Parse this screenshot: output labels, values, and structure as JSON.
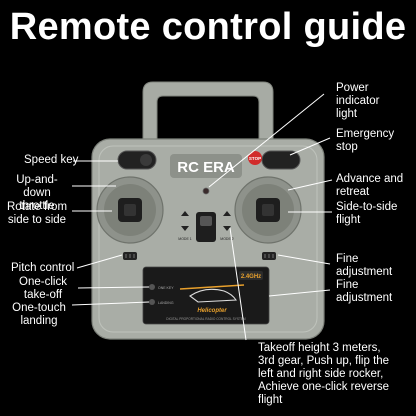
{
  "title": "Remote control guide",
  "device": {
    "brand": "RC ERA",
    "stop_button": "STOP",
    "mode_1": "MODE 1",
    "mode_2": "MODE 2",
    "frequency": "2.4GHz",
    "product_line": "Helicopter",
    "panel_text_1": "ONE KEY",
    "panel_text_2": "LANDING",
    "footer_text": "DIGITAL PROPORTIONAL RADIO CONTROL SYSTEM"
  },
  "labels": {
    "speed_key": "Speed key",
    "up_down_throttle": [
      "Up-and-down",
      "throttle"
    ],
    "rotate": [
      "Rotate from",
      "side to side"
    ],
    "pitch_control": "Pitch control",
    "one_click_takeoff": [
      "One-click",
      "take-off"
    ],
    "one_touch_landing": [
      "One-touch",
      "landing"
    ],
    "power_indicator": [
      "Power",
      "indicator",
      "light"
    ],
    "emergency_stop": [
      "Emergency",
      "stop"
    ],
    "advance_retreat": [
      "Advance and",
      "retreat"
    ],
    "side_flight": [
      "Side-to-side",
      "flight"
    ],
    "fine_adjustment_1": [
      "Fine",
      "adjustment"
    ],
    "fine_adjustment_2": [
      "Fine",
      "adjustment"
    ],
    "takeoff_note": [
      "Takeoff height 3 meters,",
      "3rd gear, Push up, flip the",
      "left and right side rocker,",
      "Achieve one-click reverse",
      "flight"
    ]
  }
}
